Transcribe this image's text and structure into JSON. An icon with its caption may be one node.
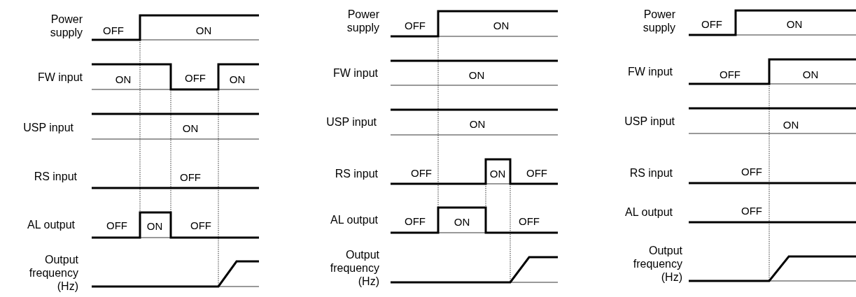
{
  "diagram": {
    "labels": [
      "Power supply",
      "OFF",
      "ON",
      "FW input",
      "ON",
      "OFF",
      "ON",
      "USP input",
      "ON",
      "RS input",
      "OFF",
      "AL output",
      "OFF",
      "ON",
      "OFF",
      "Output frequency (Hz)",
      "Power supply",
      "OFF",
      "ON",
      "FW input",
      "ON",
      "USP input",
      "ON",
      "RS input",
      "OFF",
      "ON",
      "OFF",
      "AL output",
      "OFF",
      "ON",
      "OFF",
      "Output frequency (Hz)",
      "Power supply",
      "OFF",
      "ON",
      "FW input",
      "OFF",
      "ON",
      "USP input",
      "ON",
      "RS input",
      "OFF",
      "AL output",
      "OFF",
      "Output frequency (Hz)"
    ]
  }
}
